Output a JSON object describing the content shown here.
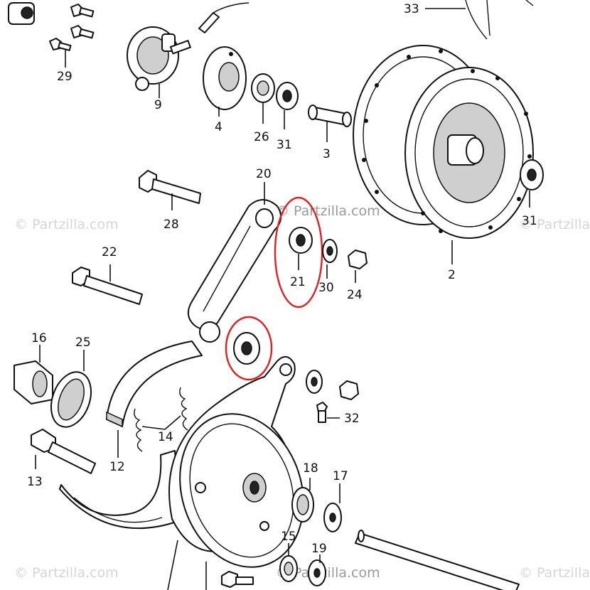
{
  "callouts": {
    "c33": "33",
    "c29": "29",
    "c9": "9",
    "c4": "4",
    "c26": "26",
    "c31a": "31",
    "c3": "3",
    "c20": "20",
    "c28": "28",
    "c31b": "31",
    "c22": "22",
    "c21": "21",
    "c30": "30",
    "c24": "24",
    "c2": "2",
    "c16": "16",
    "c25": "25",
    "c14": "14",
    "c32": "32",
    "c12": "12",
    "c13": "13",
    "c18": "18",
    "c17": "17",
    "c15": "15",
    "c19": "19"
  },
  "watermark": {
    "brand": "© Partzilla.com",
    "brand_center": "© Partzilla.com"
  },
  "highlight": {
    "color": "#e02020"
  }
}
